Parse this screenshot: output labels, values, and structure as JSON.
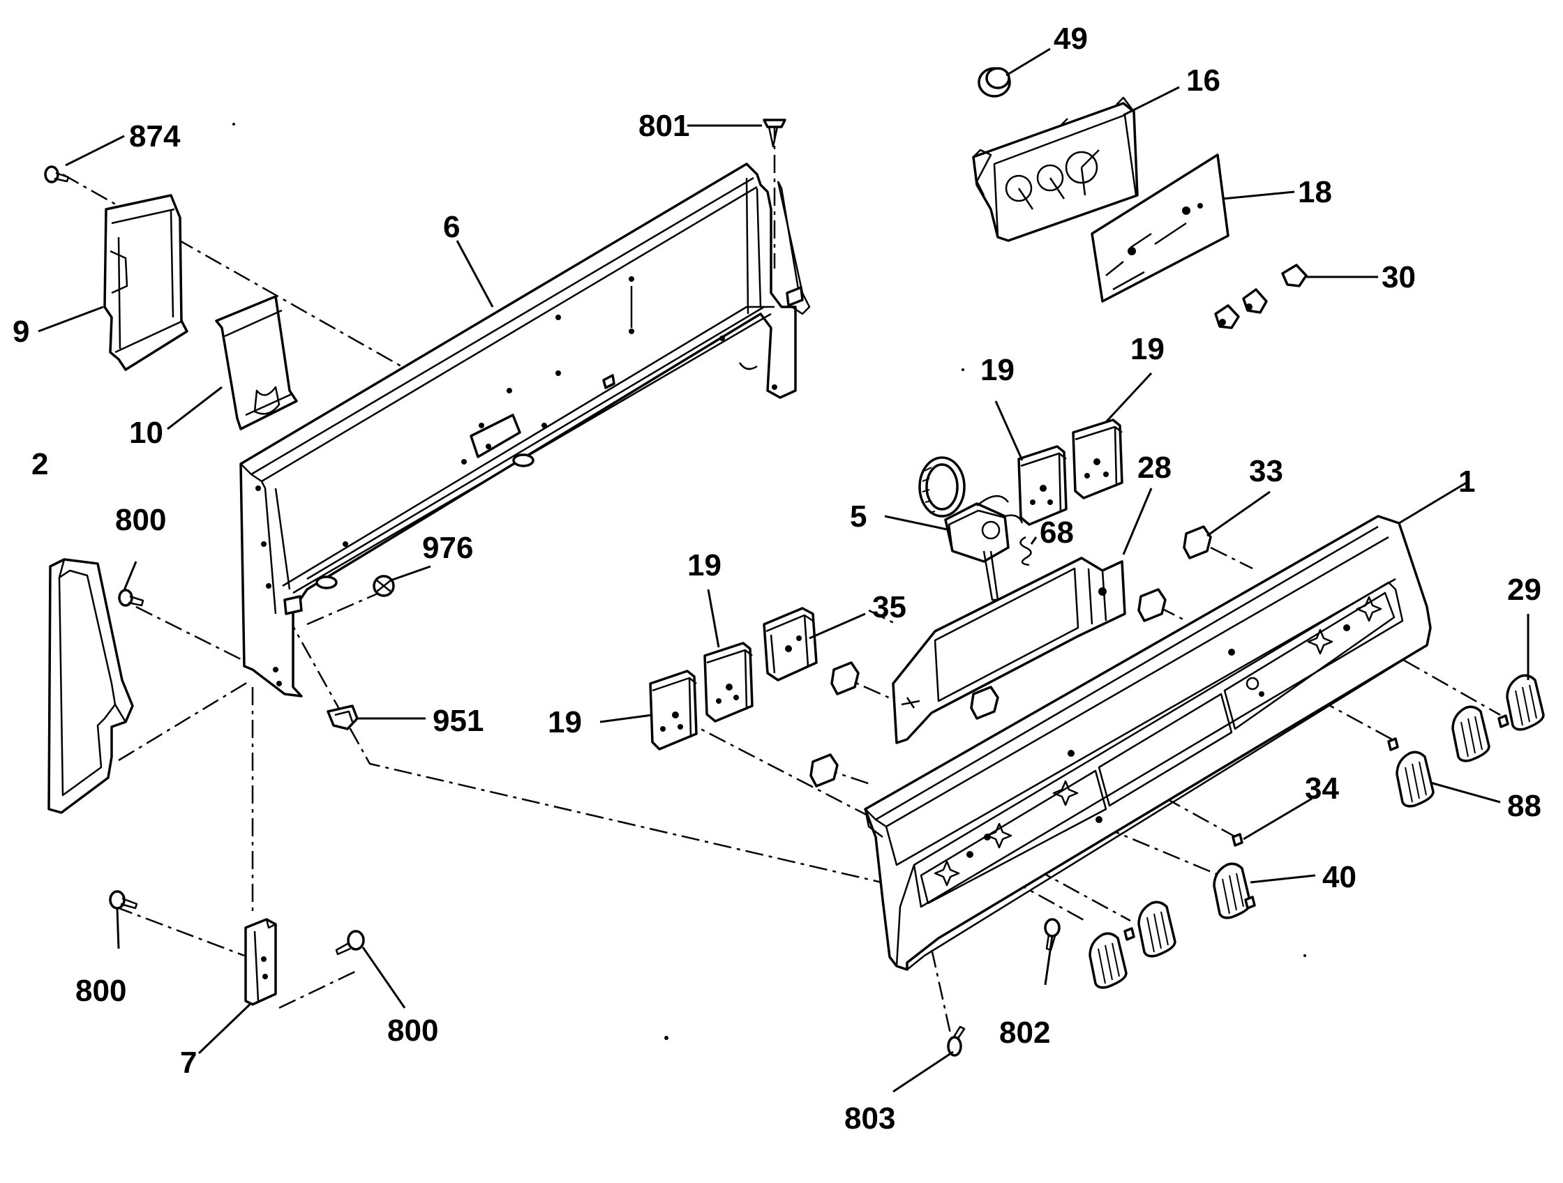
{
  "diagram": {
    "labels": [
      {
        "id": "p874",
        "text": "874"
      },
      {
        "id": "p9",
        "text": "9"
      },
      {
        "id": "p10",
        "text": "10"
      },
      {
        "id": "p6",
        "text": "6"
      },
      {
        "id": "p801",
        "text": "801"
      },
      {
        "id": "p49",
        "text": "49"
      },
      {
        "id": "p16",
        "text": "16"
      },
      {
        "id": "p18",
        "text": "18"
      },
      {
        "id": "p30",
        "text": "30"
      },
      {
        "id": "p2",
        "text": "2"
      },
      {
        "id": "p800a",
        "text": "800"
      },
      {
        "id": "p976",
        "text": "976"
      },
      {
        "id": "p951",
        "text": "951"
      },
      {
        "id": "p19a",
        "text": "19"
      },
      {
        "id": "p19b",
        "text": "19"
      },
      {
        "id": "p19c",
        "text": "19"
      },
      {
        "id": "p19d",
        "text": "19"
      },
      {
        "id": "p28",
        "text": "28"
      },
      {
        "id": "p33",
        "text": "33"
      },
      {
        "id": "p1",
        "text": "1"
      },
      {
        "id": "p5",
        "text": "5"
      },
      {
        "id": "p68",
        "text": "68"
      },
      {
        "id": "p35",
        "text": "35"
      },
      {
        "id": "p29",
        "text": "29"
      },
      {
        "id": "p88",
        "text": "88"
      },
      {
        "id": "p34",
        "text": "34"
      },
      {
        "id": "p40",
        "text": "40"
      },
      {
        "id": "p802",
        "text": "802"
      },
      {
        "id": "p803",
        "text": "803"
      },
      {
        "id": "p800b",
        "text": "800"
      },
      {
        "id": "p800c",
        "text": "800"
      },
      {
        "id": "p7",
        "text": "7"
      }
    ]
  }
}
